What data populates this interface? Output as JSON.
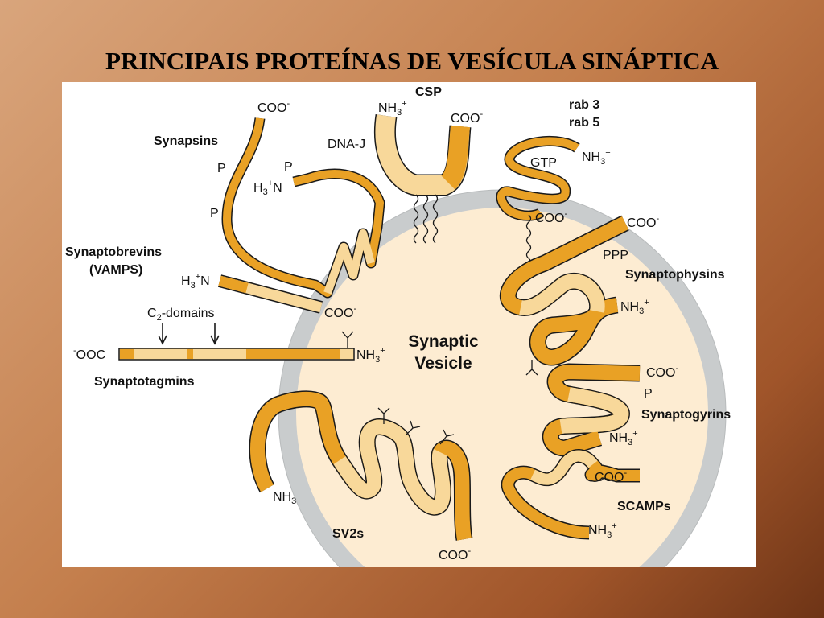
{
  "title": "PRINCIPAIS PROTEÍNAS DE VESÍCULA SINÁPTICA",
  "colors": {
    "protein_fill": "#e9a125",
    "protein_light": "#f8d89a",
    "membrane": "#c9cccd",
    "lumen": "#fdecd2",
    "outline": "#1a1a1a"
  },
  "vesicle": {
    "line1": "Synaptic",
    "line2": "Vesicle"
  },
  "proteins": {
    "synapsins": {
      "name": "Synapsins",
      "coo": "COO",
      "p1": "P",
      "p2": "P",
      "p3": "P",
      "h3n": "H",
      "h3n_sub": "3",
      "h3n_suffix": "N"
    },
    "csp": {
      "name": "CSP",
      "nh3": "NH",
      "nh3_sub": "3",
      "dnaj": "DNA-J",
      "coo": "COO"
    },
    "rab": {
      "name1": "rab 3",
      "name2": "rab 5",
      "gtp": "GTP",
      "nh3": "NH",
      "nh3_sub": "3",
      "coo": "COO"
    },
    "synaptobrevins": {
      "name1": "Synaptobrevins",
      "name2": "(VAMPS)",
      "h3n": "H",
      "h3n_sub": "3",
      "h3n_suffix": "N",
      "coo": "COO"
    },
    "synaptophysins": {
      "name": "Synaptophysins",
      "coo": "COO",
      "ppp": "PPP",
      "nh3": "NH",
      "nh3_sub": "3"
    },
    "synaptotagmins": {
      "name": "Synaptotagmins",
      "c2": "C",
      "c2_sub": "2",
      "c2_suffix": "-domains",
      "ooc": "OOC",
      "nh3": "NH",
      "nh3_sub": "3"
    },
    "synaptogyrins": {
      "name": "Synaptogyrins",
      "coo": "COO",
      "p": "P",
      "nh3": "NH",
      "nh3_sub": "3"
    },
    "scamps": {
      "name": "SCAMPs",
      "coo": "COO",
      "nh3": "NH",
      "nh3_sub": "3"
    },
    "sv2s": {
      "name": "SV2s",
      "nh3": "NH",
      "nh3_sub": "3",
      "coo": "COO"
    }
  }
}
